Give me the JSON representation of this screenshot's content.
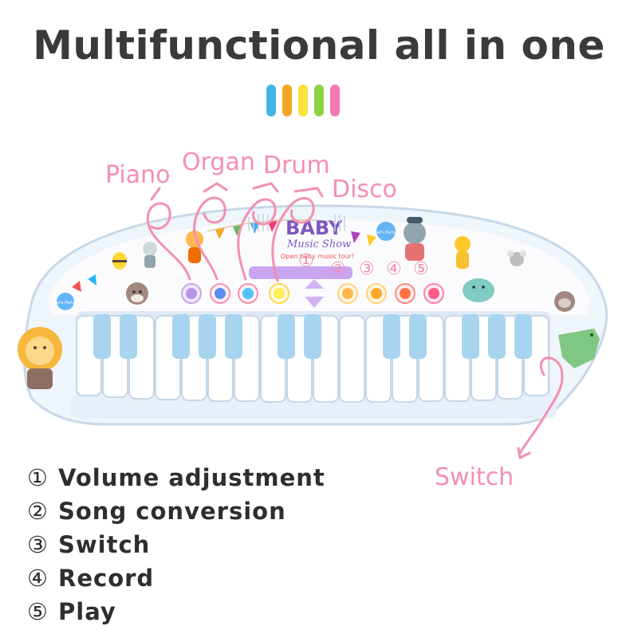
{
  "title": "Multifunctional all in one",
  "accent_bars": [
    "#41b6e6",
    "#f5a623",
    "#f7e23e",
    "#8ed246",
    "#f27ab2"
  ],
  "callouts": {
    "piano": "Piano",
    "organ": "Organ",
    "drum": "Drum",
    "disco": "Disco",
    "switch": "Switch",
    "color": "#f48fb1"
  },
  "product": {
    "logo_line1": "BABY",
    "logo_line2": "Music Show",
    "tagline": "Open baby music tour!",
    "badge": "Let's Party!",
    "button_numbers": [
      "①",
      "②",
      "③",
      "④",
      "⑤"
    ]
  },
  "legend": [
    {
      "num": "①",
      "label": "Volume adjustment"
    },
    {
      "num": "②",
      "label": "Song conversion"
    },
    {
      "num": "③",
      "label": "Switch"
    },
    {
      "num": "④",
      "label": "Record"
    },
    {
      "num": "⑤",
      "label": "Play"
    }
  ]
}
